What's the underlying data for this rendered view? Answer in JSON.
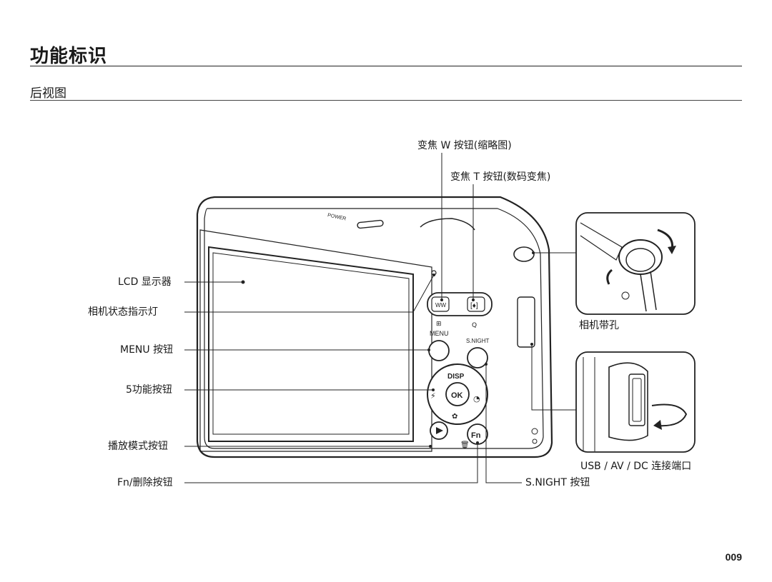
{
  "header": {
    "title": "功能标识",
    "subtitle": "后视图"
  },
  "callouts": {
    "zoom_w": "变焦 W 按钮(缩略图)",
    "zoom_t": "变焦 T 按钮(数码变焦)",
    "lcd": "LCD 显示器",
    "status_lamp": "相机状态指示灯",
    "menu": "MENU 按钮",
    "five_function": "5功能按钮",
    "play_mode": "播放模式按钮",
    "fn_delete": "Fn/删除按钮",
    "snight": "S.NIGHT 按钮",
    "strap": "相机带孔",
    "usb_port": "USB / AV / DC 连接端口"
  },
  "camera_markings": {
    "power": "POWER",
    "menu": "MENU",
    "snight": "S.NIGHT",
    "disp": "DISP",
    "ok": "OK",
    "fn": "Fn"
  },
  "footer": {
    "page_number": "009"
  }
}
